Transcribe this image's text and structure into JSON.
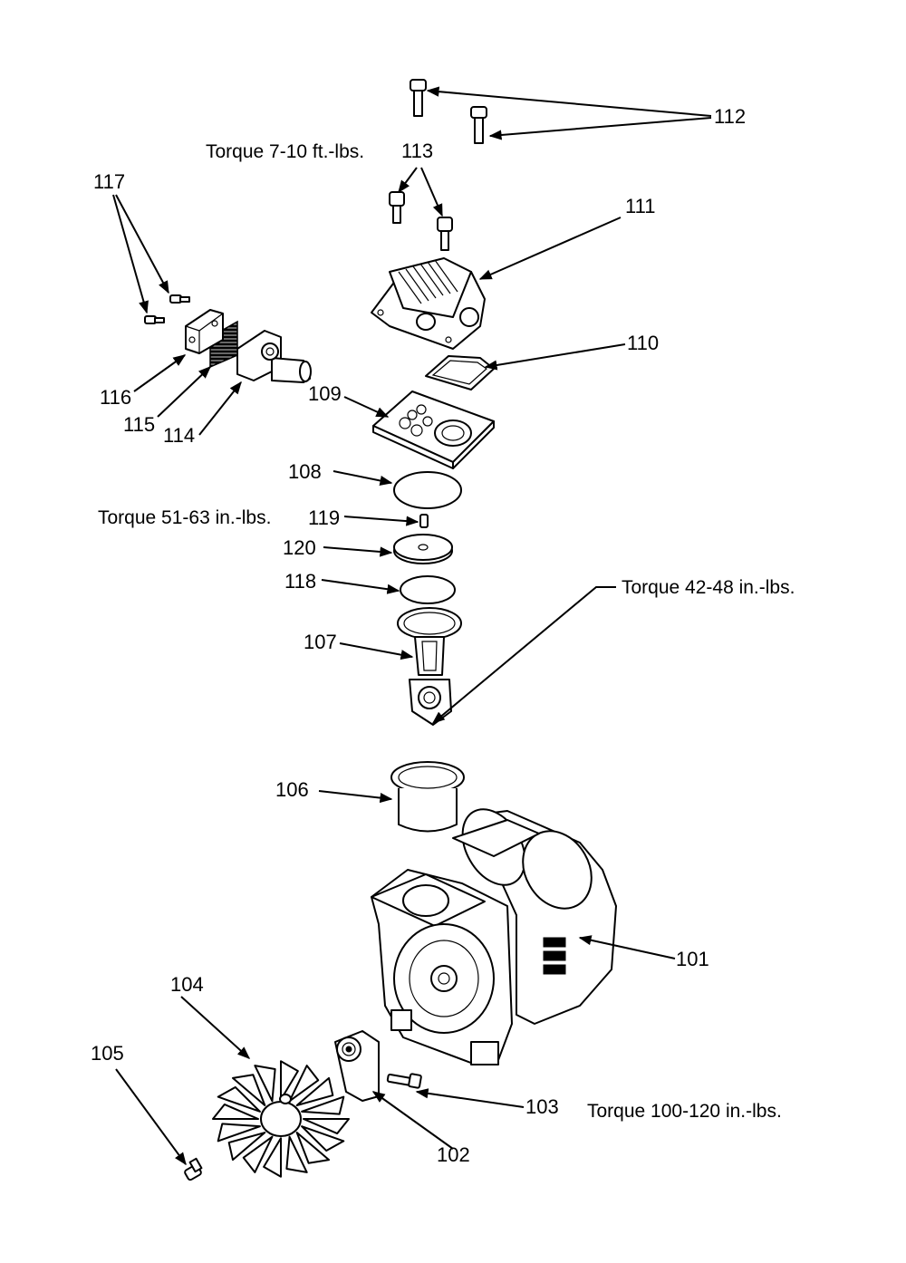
{
  "callouts": {
    "p101": "101",
    "p102": "102",
    "p103": "103",
    "p104": "104",
    "p105": "105",
    "p106": "106",
    "p107": "107",
    "p108": "108",
    "p109": "109",
    "p110": "110",
    "p111": "111",
    "p112": "112",
    "p113": "113",
    "p114": "114",
    "p115": "115",
    "p116": "116",
    "p117": "117",
    "p118": "118",
    "p119": "119",
    "p120": "120"
  },
  "torque_notes": {
    "head_bolts": "Torque  7-10 ft.-lbs.",
    "valve_screw": "Torque  51-63 in.-lbs.",
    "rod_bolt": "Torque  42-48 in.-lbs.",
    "eccentric_bolt": "Torque 100-120 in.-lbs."
  }
}
